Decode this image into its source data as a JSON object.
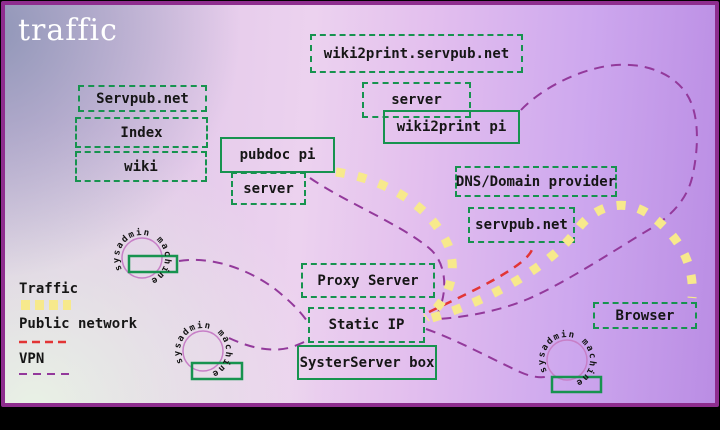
{
  "title": "traffic",
  "legend": {
    "traffic": "Traffic",
    "public_network": "Public network",
    "vpn": "VPN"
  },
  "colors": {
    "box_green": "#17934f",
    "traffic_yellow": "#f7e98c",
    "public_red": "#e23535",
    "vpn_purple": "#93399b",
    "circle_pink": "#c77fc7",
    "frame_purple": "#8e2d8e"
  },
  "nodes": {
    "servpub_net": "Servpub.net",
    "index": "Index",
    "wiki": "wiki",
    "pubdoc_pi": "pubdoc pi",
    "pubdoc_server": "server",
    "wiki2print_domain": "wiki2print.servpub.net",
    "wiki2print_server": "server",
    "wiki2print_pi": "wiki2print pi",
    "dns_provider": "DNS/Domain provider",
    "dns_servpub": "servpub.net",
    "proxy_server": "Proxy Server",
    "static_ip": "Static IP",
    "systerserver_box": "SysterServer box",
    "browser": "Browser",
    "sysadmin_machine": "sysadmin machine"
  }
}
